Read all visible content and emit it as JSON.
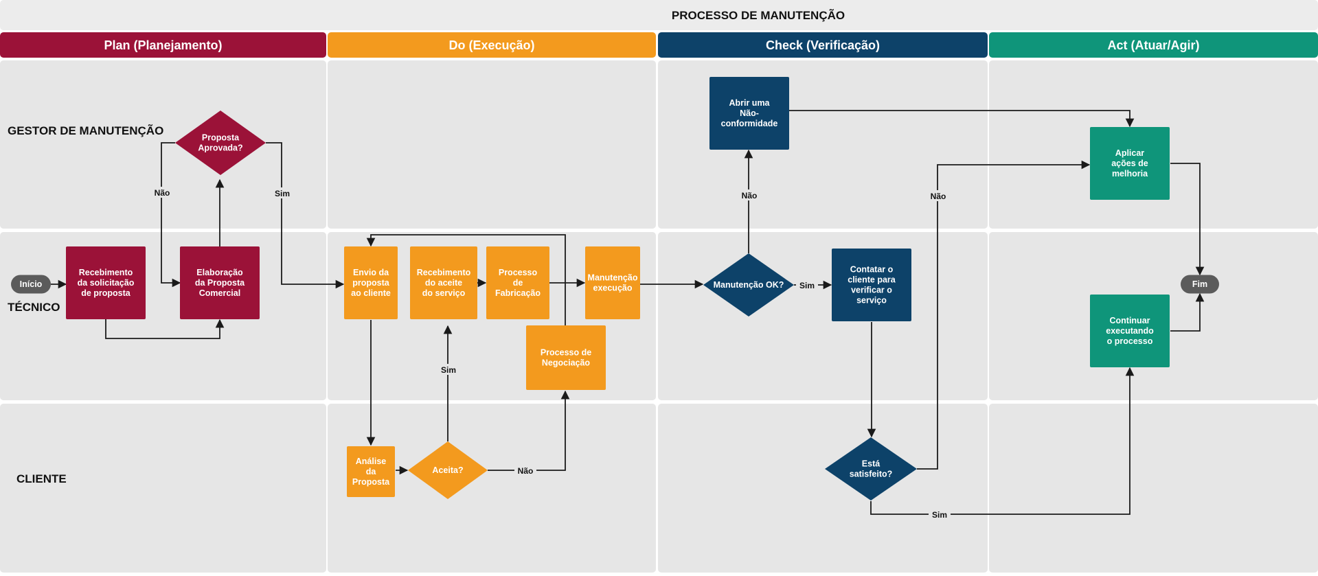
{
  "title": "PROCESSO DE MANUTENÇÃO",
  "colors": {
    "plan": "#9b1238",
    "do": "#f39a1e",
    "check": "#0d4269",
    "act": "#0f957a",
    "terminal": "#5b5b5b",
    "cell": "#e6e6e6"
  },
  "phases": [
    {
      "label": "Plan (Planejamento)",
      "color": "#9b1238"
    },
    {
      "label": "Do (Execução)",
      "color": "#f39a1e"
    },
    {
      "label": "Check (Verificação)",
      "color": "#0d4269"
    },
    {
      "label": "Act (Atuar/Agir)",
      "color": "#0f957a"
    }
  ],
  "lanes": [
    {
      "label": "GESTOR DE MANUTENÇÃO"
    },
    {
      "label": "TÉCNICO"
    },
    {
      "label": "CLIENTE"
    }
  ],
  "nodes": [
    {
      "id": "inicio",
      "shape": "terminal",
      "lines": [
        "Início"
      ]
    },
    {
      "id": "recebimento-solicitacao",
      "shape": "process",
      "lines": [
        "Recebimento",
        "da solicitação",
        "de proposta"
      ]
    },
    {
      "id": "elaboracao-proposta",
      "shape": "process",
      "lines": [
        "Elaboração",
        "da Proposta",
        "Comercial"
      ]
    },
    {
      "id": "proposta-aprovada",
      "shape": "decision",
      "lines": [
        "Proposta",
        "Aprovada?"
      ]
    },
    {
      "id": "envio-proposta",
      "shape": "process",
      "lines": [
        "Envio da",
        "proposta",
        "ao cliente"
      ]
    },
    {
      "id": "recebimento-aceite",
      "shape": "process",
      "lines": [
        "Recebimento",
        "do aceite",
        "do serviço"
      ]
    },
    {
      "id": "processo-fabricacao",
      "shape": "process",
      "lines": [
        "Processo",
        "de",
        "Fabricação"
      ]
    },
    {
      "id": "manutencao-execucao",
      "shape": "process",
      "lines": [
        "Manutenção",
        "execução"
      ]
    },
    {
      "id": "processo-negociacao",
      "shape": "process",
      "lines": [
        "Processo de",
        "Negociação"
      ]
    },
    {
      "id": "analise-proposta",
      "shape": "process",
      "lines": [
        "Análise",
        "da",
        "Proposta"
      ]
    },
    {
      "id": "aceita",
      "shape": "decision",
      "lines": [
        "Aceita?"
      ]
    },
    {
      "id": "abrir-nao-conformidade",
      "shape": "process",
      "lines": [
        "Abrir uma",
        "Não-",
        "conformidade"
      ]
    },
    {
      "id": "manutencao-ok",
      "shape": "decision",
      "lines": [
        "Manutenção OK?"
      ]
    },
    {
      "id": "contatar-cliente",
      "shape": "process",
      "lines": [
        "Contatar o",
        "cliente para",
        "verificar  o",
        "serviço"
      ]
    },
    {
      "id": "esta-satisfeito",
      "shape": "decision",
      "lines": [
        "Está",
        "satisfeito?"
      ]
    },
    {
      "id": "aplicar-acoes",
      "shape": "process",
      "lines": [
        "Aplicar",
        "ações de",
        "melhoria"
      ]
    },
    {
      "id": "continuar-executando",
      "shape": "process",
      "lines": [
        "Continuar",
        "executando",
        "o processo"
      ]
    },
    {
      "id": "fim",
      "shape": "terminal",
      "lines": [
        "Fim"
      ]
    }
  ],
  "edges": [
    {
      "from": "inicio",
      "to": "recebimento-solicitacao",
      "label": ""
    },
    {
      "from": "recebimento-solicitacao",
      "to": "elaboracao-proposta",
      "label": ""
    },
    {
      "from": "elaboracao-proposta",
      "to": "proposta-aprovada",
      "label": ""
    },
    {
      "from": "proposta-aprovada",
      "to": "elaboracao-proposta",
      "label": "Não"
    },
    {
      "from": "proposta-aprovada",
      "to": "envio-proposta",
      "label": "Sim"
    },
    {
      "from": "envio-proposta",
      "to": "analise-proposta",
      "label": ""
    },
    {
      "from": "analise-proposta",
      "to": "aceita",
      "label": ""
    },
    {
      "from": "aceita",
      "to": "recebimento-aceite",
      "label": "Sim"
    },
    {
      "from": "aceita",
      "to": "processo-negociacao",
      "label": "Não"
    },
    {
      "from": "processo-negociacao",
      "to": "envio-proposta",
      "label": ""
    },
    {
      "from": "recebimento-aceite",
      "to": "processo-fabricacao",
      "label": ""
    },
    {
      "from": "processo-fabricacao",
      "to": "manutencao-execucao",
      "label": ""
    },
    {
      "from": "manutencao-execucao",
      "to": "manutencao-ok",
      "label": ""
    },
    {
      "from": "manutencao-ok",
      "to": "abrir-nao-conformidade",
      "label": "Não"
    },
    {
      "from": "manutencao-ok",
      "to": "contatar-cliente",
      "label": "Sim"
    },
    {
      "from": "abrir-nao-conformidade",
      "to": "aplicar-acoes",
      "label": ""
    },
    {
      "from": "contatar-cliente",
      "to": "esta-satisfeito",
      "label": ""
    },
    {
      "from": "esta-satisfeito",
      "to": "aplicar-acoes",
      "label": "Não"
    },
    {
      "from": "esta-satisfeito",
      "to": "continuar-executando",
      "label": "Sim"
    },
    {
      "from": "aplicar-acoes",
      "to": "fim",
      "label": ""
    },
    {
      "from": "continuar-executando",
      "to": "fim",
      "label": ""
    }
  ]
}
